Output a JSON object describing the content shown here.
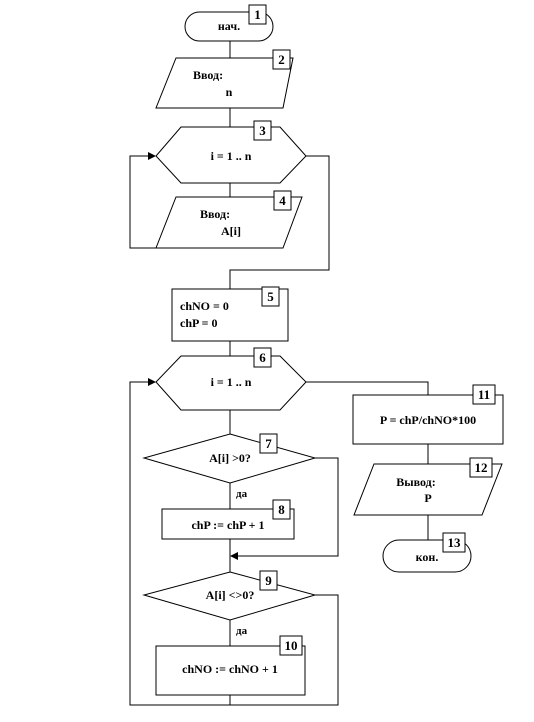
{
  "blocks": [
    {
      "id": "1",
      "lines": [
        "нач."
      ]
    },
    {
      "id": "2",
      "lines": [
        "Ввод:",
        "n"
      ]
    },
    {
      "id": "3",
      "lines": [
        "i  = 1 .. n"
      ]
    },
    {
      "id": "4",
      "lines": [
        "Ввод:",
        "A[i]"
      ]
    },
    {
      "id": "5",
      "lines": [
        "chNO = 0",
        "chP = 0"
      ]
    },
    {
      "id": "6",
      "lines": [
        "i  = 1 .. n"
      ]
    },
    {
      "id": "7",
      "lines": [
        "A[i] >0?"
      ]
    },
    {
      "id": "8",
      "lines": [
        "chP := chP + 1"
      ]
    },
    {
      "id": "9",
      "lines": [
        "A[i] <>0?"
      ]
    },
    {
      "id": "10",
      "lines": [
        "chNO := chNO + 1"
      ]
    },
    {
      "id": "11",
      "lines": [
        "P = chP/chNO*100"
      ]
    },
    {
      "id": "12",
      "lines": [
        "Вывод:",
        "P"
      ]
    },
    {
      "id": "13",
      "lines": [
        "кон."
      ]
    }
  ],
  "yes_label": "да"
}
